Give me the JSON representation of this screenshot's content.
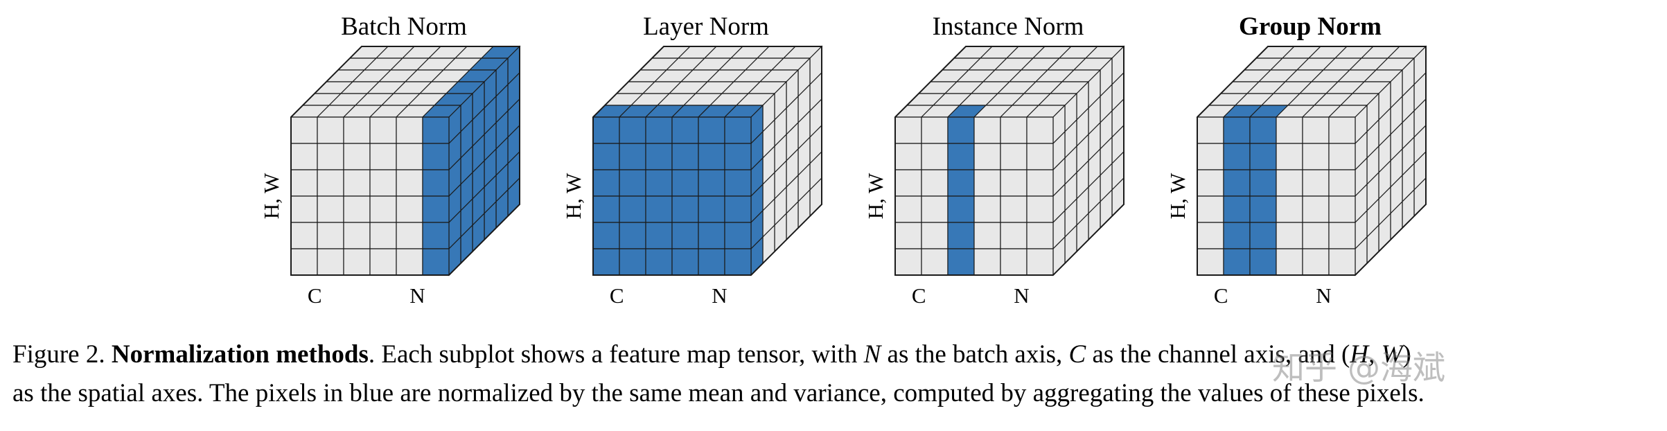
{
  "figure": {
    "grid": {
      "c": 6,
      "n": 6,
      "hw": 6
    },
    "colors": {
      "cell": "#e8e8e8",
      "highlight": "#3778b7",
      "stroke": "#1a1a1a"
    },
    "panels": [
      {
        "title": "Batch Norm",
        "bold": false,
        "axes": {
          "left": "H, W",
          "bottom_left": "C",
          "bottom_right": "N"
        },
        "highlight": {
          "c": [
            5,
            5
          ],
          "n": [
            0,
            5
          ],
          "hw": [
            0,
            5
          ]
        }
      },
      {
        "title": "Layer Norm",
        "bold": false,
        "axes": {
          "left": "H, W",
          "bottom_left": "C",
          "bottom_right": "N"
        },
        "highlight": {
          "c": [
            0,
            5
          ],
          "n": [
            0,
            0
          ],
          "hw": [
            0,
            5
          ]
        }
      },
      {
        "title": "Instance Norm",
        "bold": false,
        "axes": {
          "left": "H, W",
          "bottom_left": "C",
          "bottom_right": "N"
        },
        "highlight": {
          "c": [
            2,
            2
          ],
          "n": [
            0,
            0
          ],
          "hw": [
            0,
            5
          ]
        }
      },
      {
        "title": "Group Norm",
        "bold": true,
        "axes": {
          "left": "H, W",
          "bottom_left": "C",
          "bottom_right": "N"
        },
        "highlight": {
          "c": [
            1,
            2
          ],
          "n": [
            0,
            0
          ],
          "hw": [
            0,
            5
          ]
        }
      }
    ]
  },
  "caption": {
    "line1": [
      {
        "t": "Figure 2. ",
        "s": "n"
      },
      {
        "t": "Normalization methods",
        "s": "b"
      },
      {
        "t": ". Each subplot shows a feature map tensor, with ",
        "s": "n"
      },
      {
        "t": "N",
        "s": "i"
      },
      {
        "t": " as the batch axis, ",
        "s": "n"
      },
      {
        "t": "C",
        "s": "i"
      },
      {
        "t": " as the channel axis, and (",
        "s": "n"
      },
      {
        "t": "H, W",
        "s": "i"
      },
      {
        "t": ")",
        "s": "n"
      }
    ],
    "line2": [
      {
        "t": "as the spatial axes. The pixels in blue are normalized by the same mean and variance, computed by aggregating the values of these pixels.",
        "s": "n"
      }
    ]
  },
  "watermark": {
    "text": "知乎 @海斌"
  }
}
